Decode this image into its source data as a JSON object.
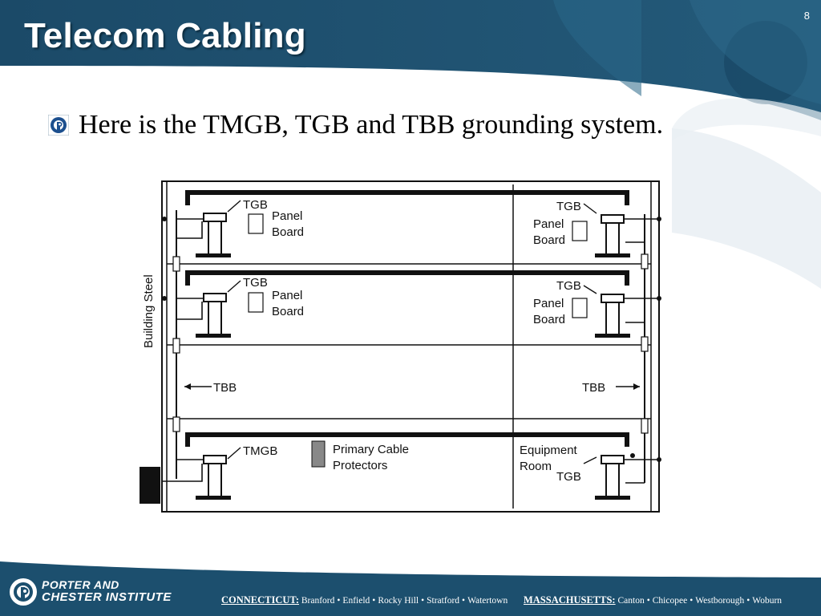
{
  "slide": {
    "title": "Telecom Cabling",
    "number": "8",
    "bullet": "Here is the TMGB, TGB and TBB grounding system."
  },
  "diagram": {
    "labels": {
      "tgb": "TGB",
      "panel": "Panel",
      "board": "Board",
      "tbb": "TBB",
      "tmgb": "TMGB",
      "primary_cable": "Primary Cable",
      "protectors": "Protectors",
      "equipment": "Equipment",
      "room": "Room",
      "building_steel": "Building Steel"
    }
  },
  "footer": {
    "logo_line1": "PORTER AND",
    "logo_line2": "CHESTER INSTITUTE",
    "ct_state": "CONNECTICUT:",
    "ct_towns": [
      "Branford",
      "Enfield",
      "Rocky Hill",
      "Stratford",
      "Watertown"
    ],
    "ma_state": "MASSACHUSETTS:",
    "ma_towns": [
      "Canton",
      "Chicopee",
      "Westborough",
      "Woburn"
    ],
    "separator": "•"
  },
  "colors": {
    "header_blue": "#1c4f6e",
    "header_light": "#5f8fa8",
    "footer_blue": "#1c4f6e"
  },
  "icons": {
    "bullet": "pci-logo-icon",
    "footer_logo": "pci-logo-icon"
  }
}
